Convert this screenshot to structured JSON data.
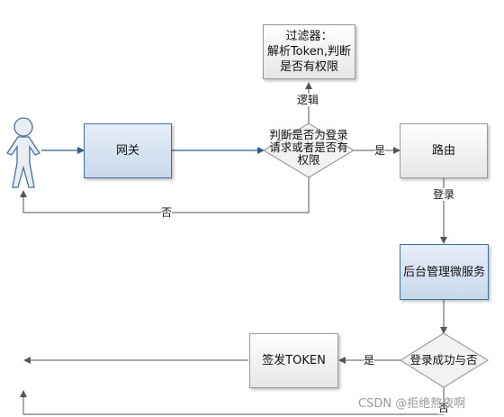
{
  "nodes": {
    "filter": "过滤器：\n解析Token,判断\n是否有权限",
    "gateway": "网关",
    "check_login": "判断是否为登录\n请求或者是否有\n权限",
    "route": "路由",
    "admin_service": "后台管理微服务",
    "login_success": "登录成功与否",
    "issue_token": "签发TOKEN"
  },
  "edges": {
    "logic": "逻辑",
    "yes_route": "是",
    "no_back": "否",
    "login": "登录",
    "yes_issue": "是",
    "no_bottom": "否"
  },
  "watermark": "CSDN @拒绝熬夜啊"
}
